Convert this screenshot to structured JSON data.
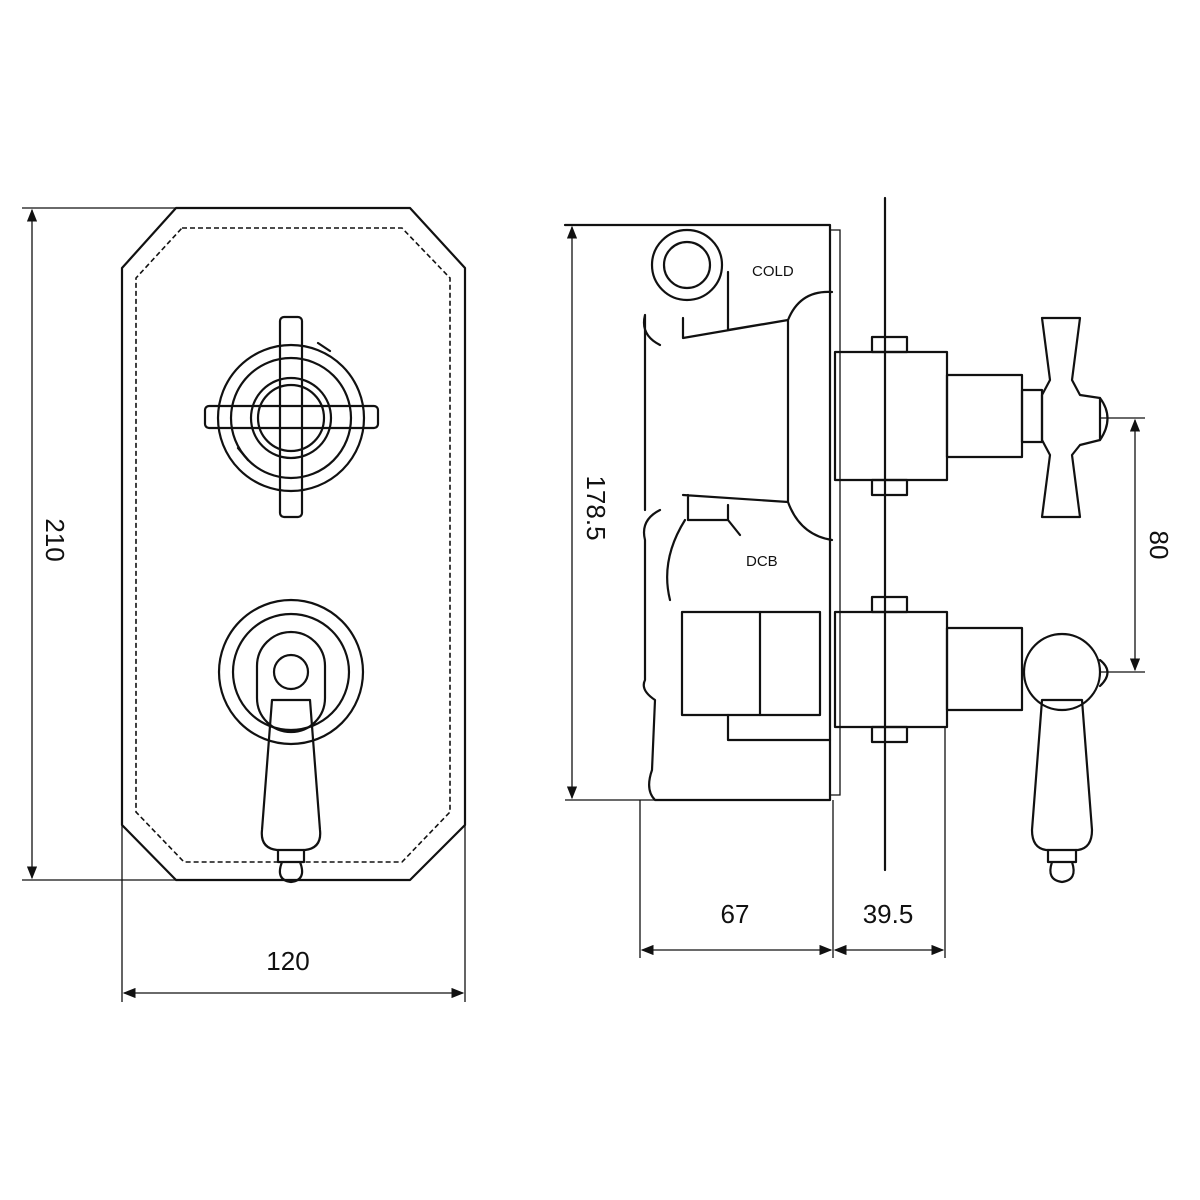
{
  "front_view": {
    "height_dim": "210",
    "width_dim": "120"
  },
  "side_view": {
    "height_dim": "178.5",
    "depth_dim": "67",
    "projection_dim": "39.5",
    "centres_dim": "80",
    "cold_label": "COLD",
    "dcb_label": "DCB"
  }
}
